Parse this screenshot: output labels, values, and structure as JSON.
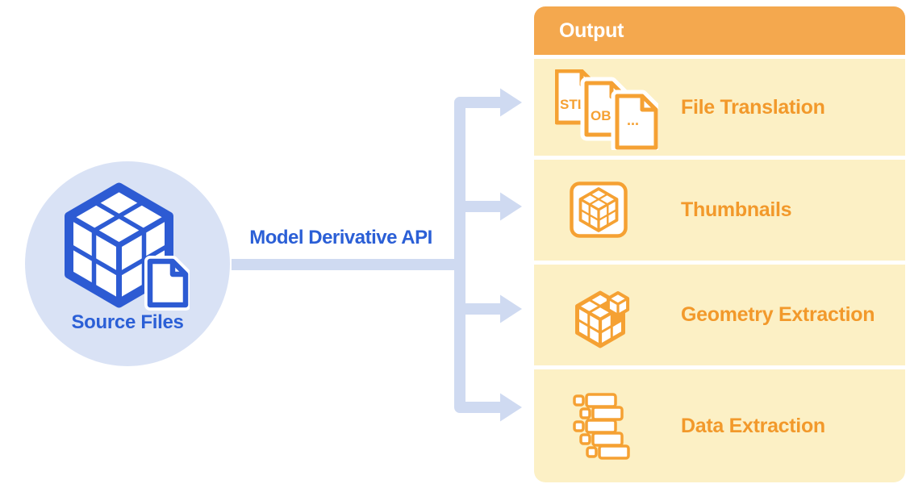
{
  "source": {
    "label": "Source Files"
  },
  "connector": {
    "label": "Model Derivative API"
  },
  "output": {
    "header": "Output",
    "rows": [
      {
        "id": "file-translation",
        "label": "File Translation",
        "file_badges": [
          "STL",
          "OBJ",
          "..."
        ]
      },
      {
        "id": "thumbnails",
        "label": "Thumbnails"
      },
      {
        "id": "geometry-extraction",
        "label": "Geometry Extraction"
      },
      {
        "id": "data-extraction",
        "label": "Data Extraction"
      }
    ]
  },
  "colors": {
    "accent_orange": "#F5A133",
    "header_orange": "#F4A84E",
    "row_yellow": "#FCF0C5",
    "label_orange": "#F2992B",
    "accent_blue": "#2D5BD3",
    "text_blue": "#2B5FD6",
    "circle_blue": "#D9E2F5",
    "arrow_blue": "#CFDAF1"
  }
}
